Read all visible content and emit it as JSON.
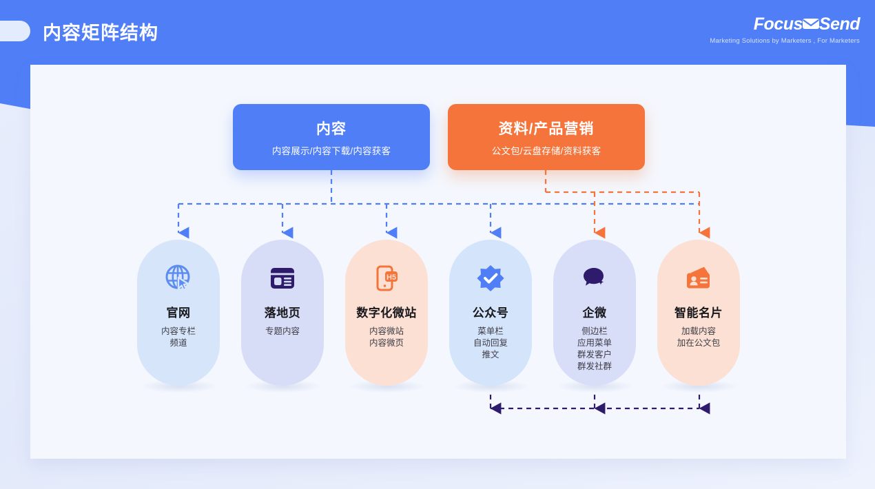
{
  "header": {
    "title": "内容矩阵结构",
    "pill_icon": "rounded-pill-decoration",
    "logo": {
      "part1": "Focus",
      "part2": "Send",
      "envelope_icon": "envelope-icon",
      "tagline": "Marketing Solutions by Marketers , For Marketers"
    }
  },
  "colors": {
    "brand_blue": "#4F7EF7",
    "brand_orange": "#F4743B",
    "navy": "#2E1B6B",
    "panel_bg": "#F4F7FD",
    "page_bg": "#E6ECFB"
  },
  "top_boxes": [
    {
      "id": "content",
      "title": "内容",
      "subtitle": "内容展示/内容下载/内容获客",
      "color": "#4F7EF7"
    },
    {
      "id": "material-product-marketing",
      "title": "资料/产品营销",
      "subtitle": "公文包/云盘存储/资料获客",
      "color": "#F4743B"
    }
  ],
  "cards": [
    {
      "id": "official-website",
      "title": "官网",
      "desc": "内容专栏\n频道",
      "icon": "globe-cursor-icon",
      "bg": "#D6E5FA",
      "icon_color": "#5D8CF0"
    },
    {
      "id": "landing-page",
      "title": "落地页",
      "desc": "专题内容",
      "icon": "browser-layout-icon",
      "bg": "#D8DDF7",
      "icon_color": "#2E1B6B"
    },
    {
      "id": "digital-microsite",
      "title": "数字化微站",
      "desc": "内容微站\n内容微页",
      "icon": "phone-h5-icon",
      "bg": "#FBE0D3",
      "icon_color": "#F4743B"
    },
    {
      "id": "official-account",
      "title": "公众号",
      "desc": "菜单栏\n自动回复\n推文",
      "icon": "verified-badge-icon",
      "bg": "#D4E4FB",
      "icon_color": "#4F7EF7"
    },
    {
      "id": "enterprise-wechat",
      "title": "企微",
      "desc": "侧边栏\n应用菜单\n群发客户\n群发社群",
      "icon": "chat-bubble-sparkle-icon",
      "bg": "#D9DEF8",
      "icon_color": "#2E1B6B"
    },
    {
      "id": "smart-business-card",
      "title": "智能名片",
      "desc": "加载内容\n加在公文包",
      "icon": "business-card-icon",
      "bg": "#FBE0D3",
      "icon_color": "#F4743B"
    }
  ],
  "connectors": {
    "blue_branch_targets": [
      "官网",
      "落地页",
      "数字化微站",
      "公众号",
      "企微",
      "智能名片"
    ],
    "orange_branch_targets": [
      "企微",
      "智能名片"
    ],
    "navy_bottom_targets": [
      "公众号",
      "企微",
      "智能名片"
    ]
  }
}
